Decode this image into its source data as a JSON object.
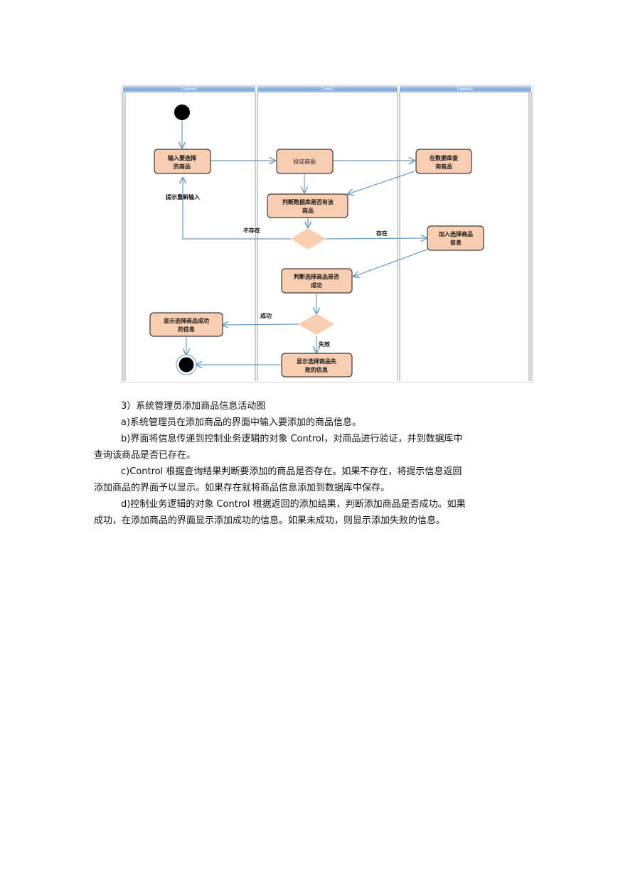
{
  "diagram": {
    "lanes": [
      "Customer",
      "Control",
      "DataBase"
    ],
    "nodes": {
      "input_product": [
        "输入要选择",
        "的商品"
      ],
      "verify_product": [
        "验证商品"
      ],
      "query_db": [
        "在数据库查",
        "询商品"
      ],
      "check_exists": [
        "判断数据库是否有该",
        "商品"
      ],
      "add_selected": [
        "加入选择商品",
        "信息"
      ],
      "check_success": [
        "判断选择商品是否",
        "成功"
      ],
      "show_success": [
        "显示选择商品成功",
        "的信息"
      ],
      "show_fail": [
        "显示选择商品失",
        "败的信息"
      ]
    },
    "edge_labels": {
      "reenter": "提示重新输入",
      "not_exists": "不存在",
      "exists": "存在",
      "success": "成功",
      "fail": "失效"
    }
  },
  "text": {
    "heading": "3）系统管理员添加商品信息活动图",
    "para_a": "a)系统管理员在添加商品的界面中输入要添加的商品信息。",
    "para_b_line1": "b)界面将信息传递到控制业务逻辑的对象 Control，对商品进行验证，并到数据库中",
    "para_b_line2": "查询该商品是否已存在。",
    "para_c_line1": "c)Control 根据查询结果判断要添加的商品是否存在。如果不存在，将提示信息返回",
    "para_c_line2": "添加商品的界面予以显示。如果存在就将商品信息添加到数据库中保存。",
    "para_d_line1": "d)控制业务逻辑的对象 Control 根据返回的添加结果，判断添加商品是否成功。如果",
    "para_d_line2": "成功，在添加商品的界面显示添加成功的信息。如果未成功，则显示添加失败的信息。"
  },
  "colors": {
    "node_fill": "#f8cdb0",
    "node_stroke": "#3a3a3a",
    "edge": "#6a9cc8",
    "lane_header": "#8db5de",
    "lane_line": "#c8c8c8"
  }
}
